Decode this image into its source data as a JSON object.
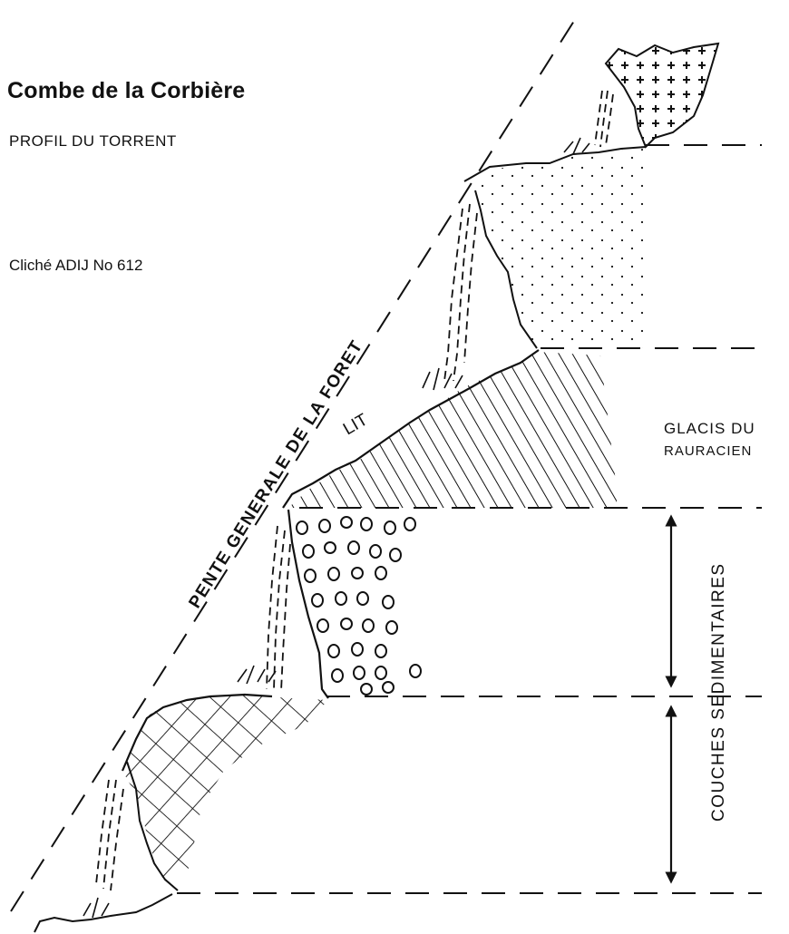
{
  "title": "Combe de la Corbière",
  "subtitle": "PROFIL DU TORRENT",
  "credit": "Cliché ADIJ No 612",
  "labels": {
    "slope_line": "PENTE GENERALE DE LA FORET",
    "bed": "LIT",
    "glacis_line1": "GLACIS DU",
    "glacis_line2": "RAURACIEN",
    "vertical_label": "COUCHES SEDIMENTAIRES"
  }
}
